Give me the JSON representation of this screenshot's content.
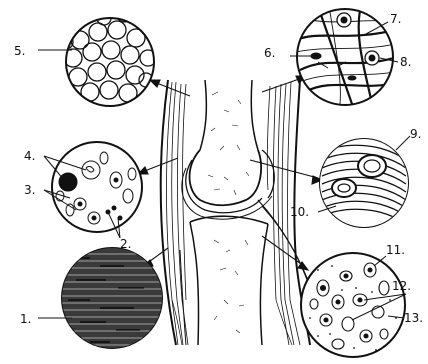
{
  "labels": {
    "l1": "1.",
    "l2": "2.",
    "l3": "3.",
    "l4": "4.",
    "l5": "5.",
    "l6": "6.",
    "l7": "7.",
    "l8": "8.",
    "l9": "9.",
    "l10": "10.",
    "l11": "11.",
    "l12": "12.",
    "l13": "13."
  },
  "colors": {
    "ink": "#111111",
    "paper": "#ffffff"
  }
}
